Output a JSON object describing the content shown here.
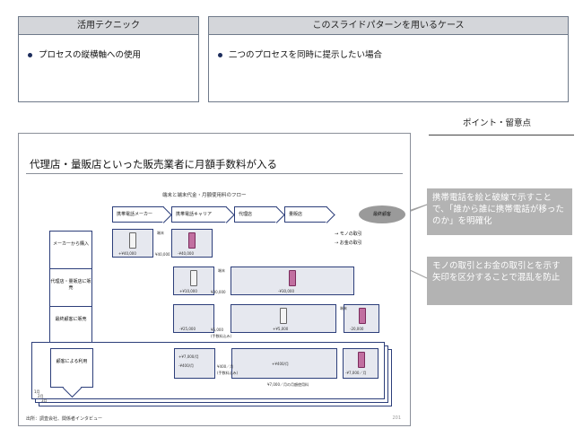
{
  "left_panel": {
    "title": "活用テクニック",
    "item": "プロセスの縦横軸への使用"
  },
  "right_panel": {
    "title": "このスライドパターンを用いるケース",
    "item": "二つのプロセスを同時に提示したい場合"
  },
  "point_heading": "ポイント・留意点",
  "notes": [
    "携帯電話を絵と破線で示すことで、「誰から誰に携帯電話が移ったのか」を明確化",
    "モノの取引とお金の取引とを示す矢印を区分することで混乱を防止"
  ],
  "slide": {
    "title": "代理店・量販店といった販売業者に月額手数料が入る",
    "flow_title": "端末と端末代金・月額使用料のフロー",
    "actors": [
      "携帯電話メーカー",
      "携帯電話キャリア",
      "代理店",
      "量販店",
      "最終顧客"
    ],
    "steps": [
      "メーカーから購入",
      "代理店・量販店に販売",
      "最終顧客に販売",
      "顧客による利用"
    ],
    "legend": [
      "モノの取引",
      "お金の取引"
    ],
    "row1": {
      "label": "端末",
      "price_a": "+¥40,000",
      "price_b": "-¥40,000",
      "small": "¥40,000"
    },
    "row2": {
      "price_a": "+¥10,000",
      "price_b": "-¥30,000",
      "small": "¥30,000",
      "label": "端末"
    },
    "row3": {
      "price_a": "-¥25,000",
      "price_b": "+¥5,000",
      "price_c": "-20,000",
      "small": "¥5,000",
      "label": "端末",
      "fee": "(手数料込み)"
    },
    "row4": {
      "price_a": "+¥7,000/月",
      "price_b": "-¥400/月",
      "price_c": "+¥400/月",
      "price_d": "-¥7,000／月",
      "small_a": "¥400／月",
      "fee": "(手数料込み)",
      "bottom": "¥7,000／月の月額使用料"
    },
    "stack_labels": [
      "1月",
      "2月",
      "3月"
    ],
    "source": "出所：調査会社、関係者インタビュー",
    "page": "201"
  }
}
